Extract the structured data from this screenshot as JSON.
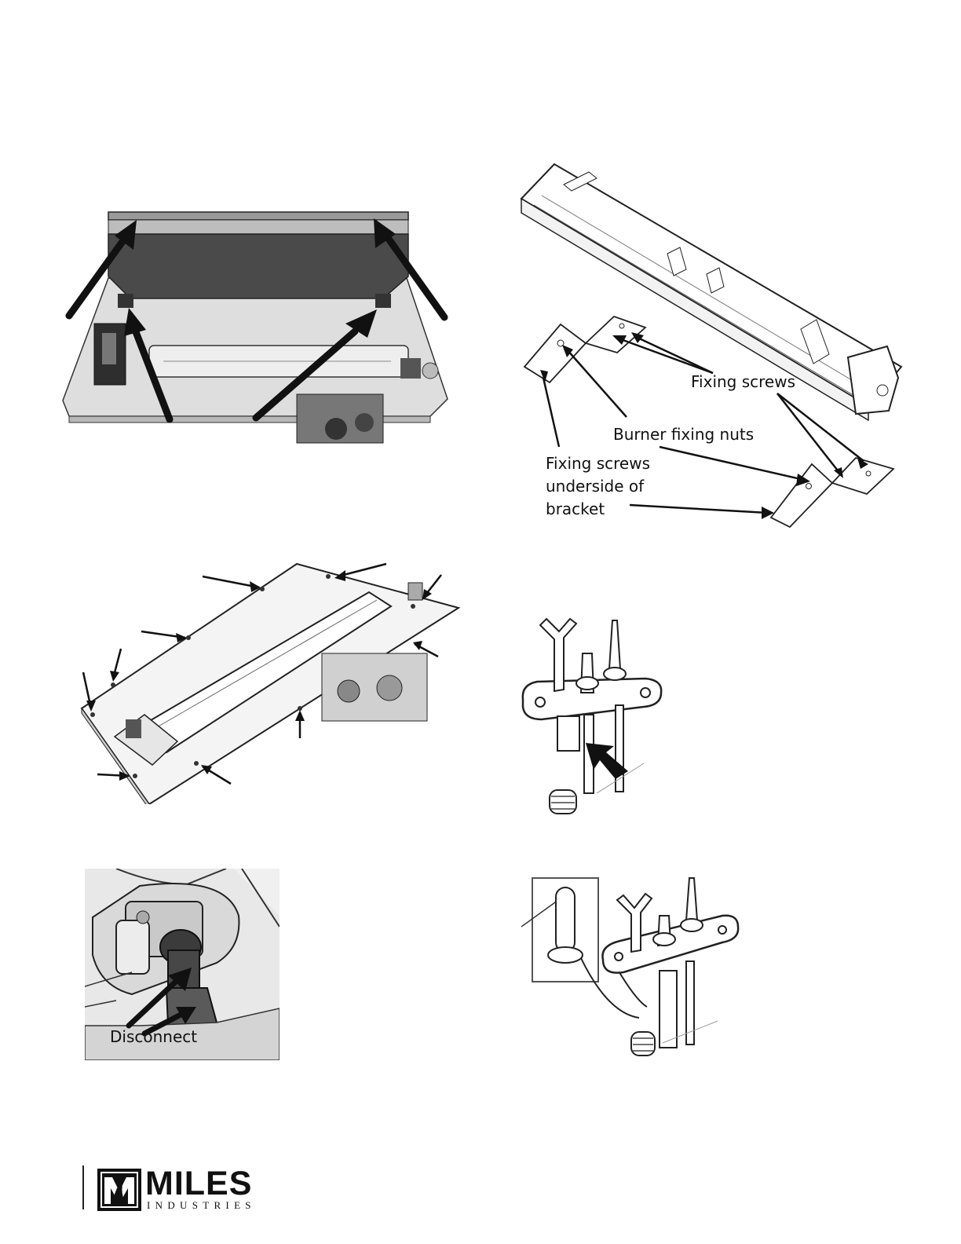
{
  "figures": {
    "burner_bracket": {
      "labels": {
        "fixing_screws_top": "Fixing screws",
        "burner_fixing_nuts": "Burner fixing nuts",
        "fixing_screws_underside": [
          "Fixing screws",
          "underside of",
          "bracket"
        ]
      }
    },
    "pilot_connection": {
      "labels": {
        "disconnect": "Disconnect"
      }
    }
  },
  "footer": {
    "brand": "MILES",
    "brand_sub": "INDUSTRIES"
  }
}
